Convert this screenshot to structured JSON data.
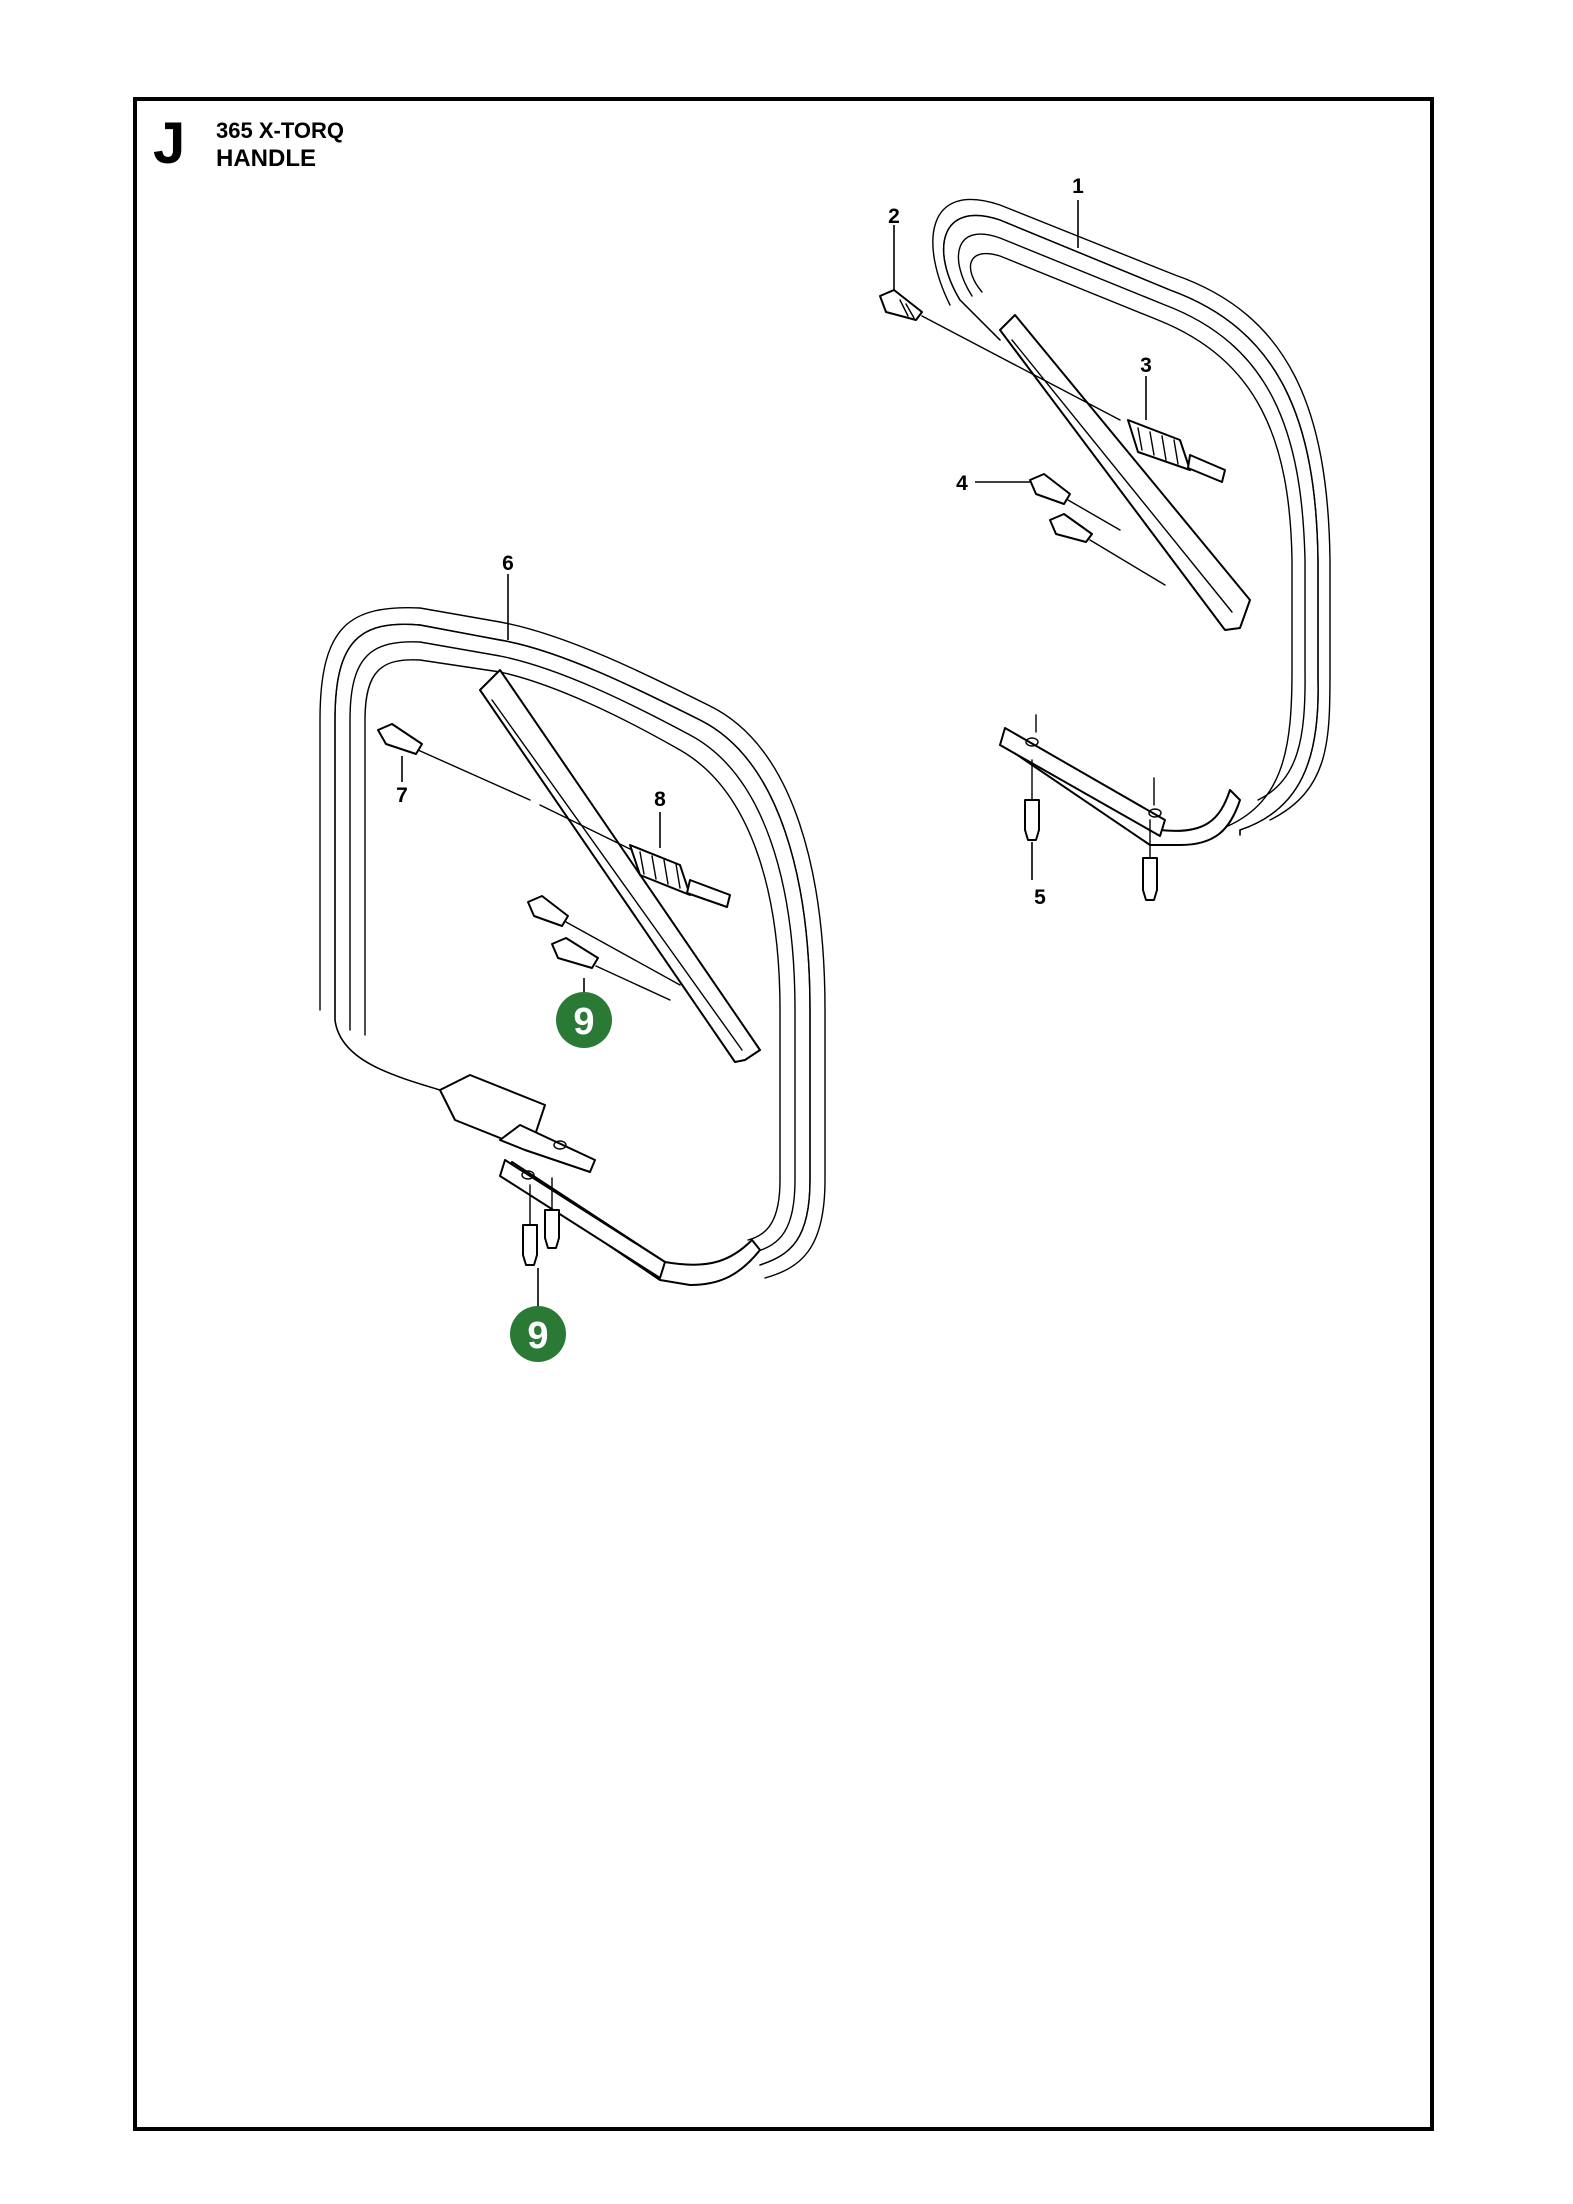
{
  "header": {
    "section_letter": "J",
    "model": "365 X-TORQ",
    "title": "HANDLE"
  },
  "callouts": [
    "1",
    "2",
    "3",
    "4",
    "5",
    "6",
    "7",
    "8"
  ],
  "badges": [
    "9",
    "9"
  ],
  "colors": {
    "badge": "#2a7a35",
    "line": "#000000",
    "background": "#ffffff"
  }
}
